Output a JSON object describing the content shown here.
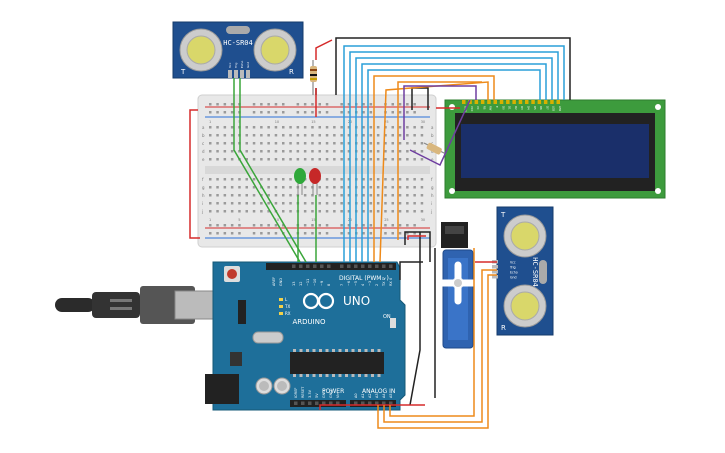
{
  "sensor_top": {
    "model": "HC-SR04",
    "corner_left": "T",
    "corner_right": "R",
    "pins": [
      "Vcc",
      "Trig",
      "Echo",
      "Gnd"
    ]
  },
  "sensor_right": {
    "model": "HC-SR04",
    "corner_top": "T",
    "corner_bottom": "R",
    "pins": [
      "Vcc",
      "Trig",
      "Echo",
      "Gnd"
    ]
  },
  "arduino": {
    "brand": "ARDUINO",
    "model": "UNO",
    "digital_header": "DIGITAL (PWM~)",
    "power_header": "POWER",
    "analog_header": "ANALOG IN",
    "led_labels": [
      "L",
      "TX",
      "RX"
    ],
    "on_label": "ON",
    "aref": "AREF",
    "gnd": "GND",
    "digital_pins": [
      "13",
      "12",
      "~11",
      "~10",
      "~9",
      "8",
      "7",
      "~6",
      "~5",
      "4",
      "~3",
      "2",
      "TX 1",
      "RX 0"
    ],
    "power_pins": [
      "IOREF",
      "RESET",
      "3.3V",
      "5V",
      "GND",
      "GND",
      "Vin"
    ],
    "analog_pins": [
      "A0",
      "A1",
      "A2",
      "A3",
      "A4",
      "A5"
    ]
  },
  "breadboard": {
    "rows": [
      "a",
      "b",
      "c",
      "d",
      "e",
      "f",
      "g",
      "h",
      "i",
      "j"
    ],
    "col_labels": [
      "1",
      "5",
      "10",
      "15",
      "20",
      "25",
      "30"
    ]
  },
  "lcd": {
    "pins": [
      "GND",
      "VCC",
      "V0",
      "RS",
      "RW",
      "E",
      "D0",
      "D1",
      "D2",
      "D3",
      "D4",
      "D5",
      "D6",
      "D7",
      "LED",
      "LED"
    ]
  },
  "colors": {
    "wire_black": "#222222",
    "wire_red": "#d52b2b",
    "wire_green": "#3aa63a",
    "wire_blue": "#2a9fd8",
    "wire_orange": "#ee8a1a",
    "wire_purple": "#6f3fa0",
    "board_teal": "#1e6f9a",
    "pcb_green": "#3d9b3d",
    "lcd_screen": "#1a2f6a",
    "sensor_blue": "#1f4f8f"
  }
}
